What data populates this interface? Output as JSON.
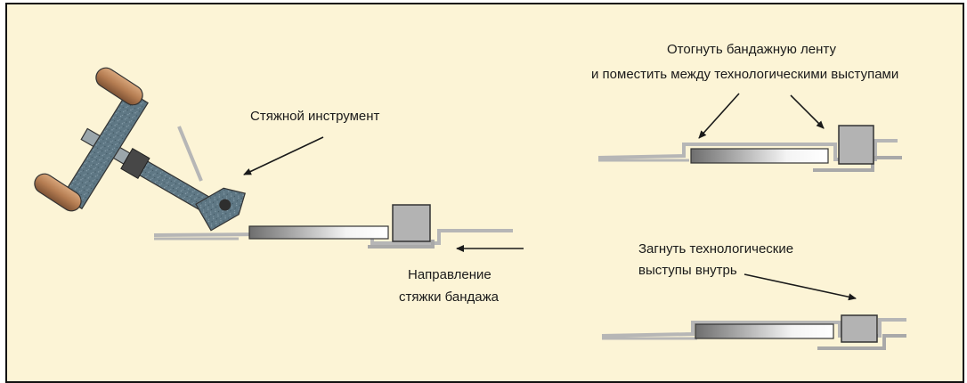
{
  "labels": {
    "tool": "Стяжной инструмент",
    "direction_line1": "Направление",
    "direction_line2": "стяжки бандажа",
    "bend_line1": "Отогнуть бандажную ленту",
    "bend_line2": "и поместить между технологическими выступами",
    "fold_line1": "Загнуть технологические",
    "fold_line2": "выступы внутрь"
  },
  "colors": {
    "background": "#fcf4d6",
    "tool_body": "#5e7784",
    "handle_grip": "#b57d52",
    "band_outline": "#b6b6b6",
    "bracket": "#a9a9a9"
  }
}
